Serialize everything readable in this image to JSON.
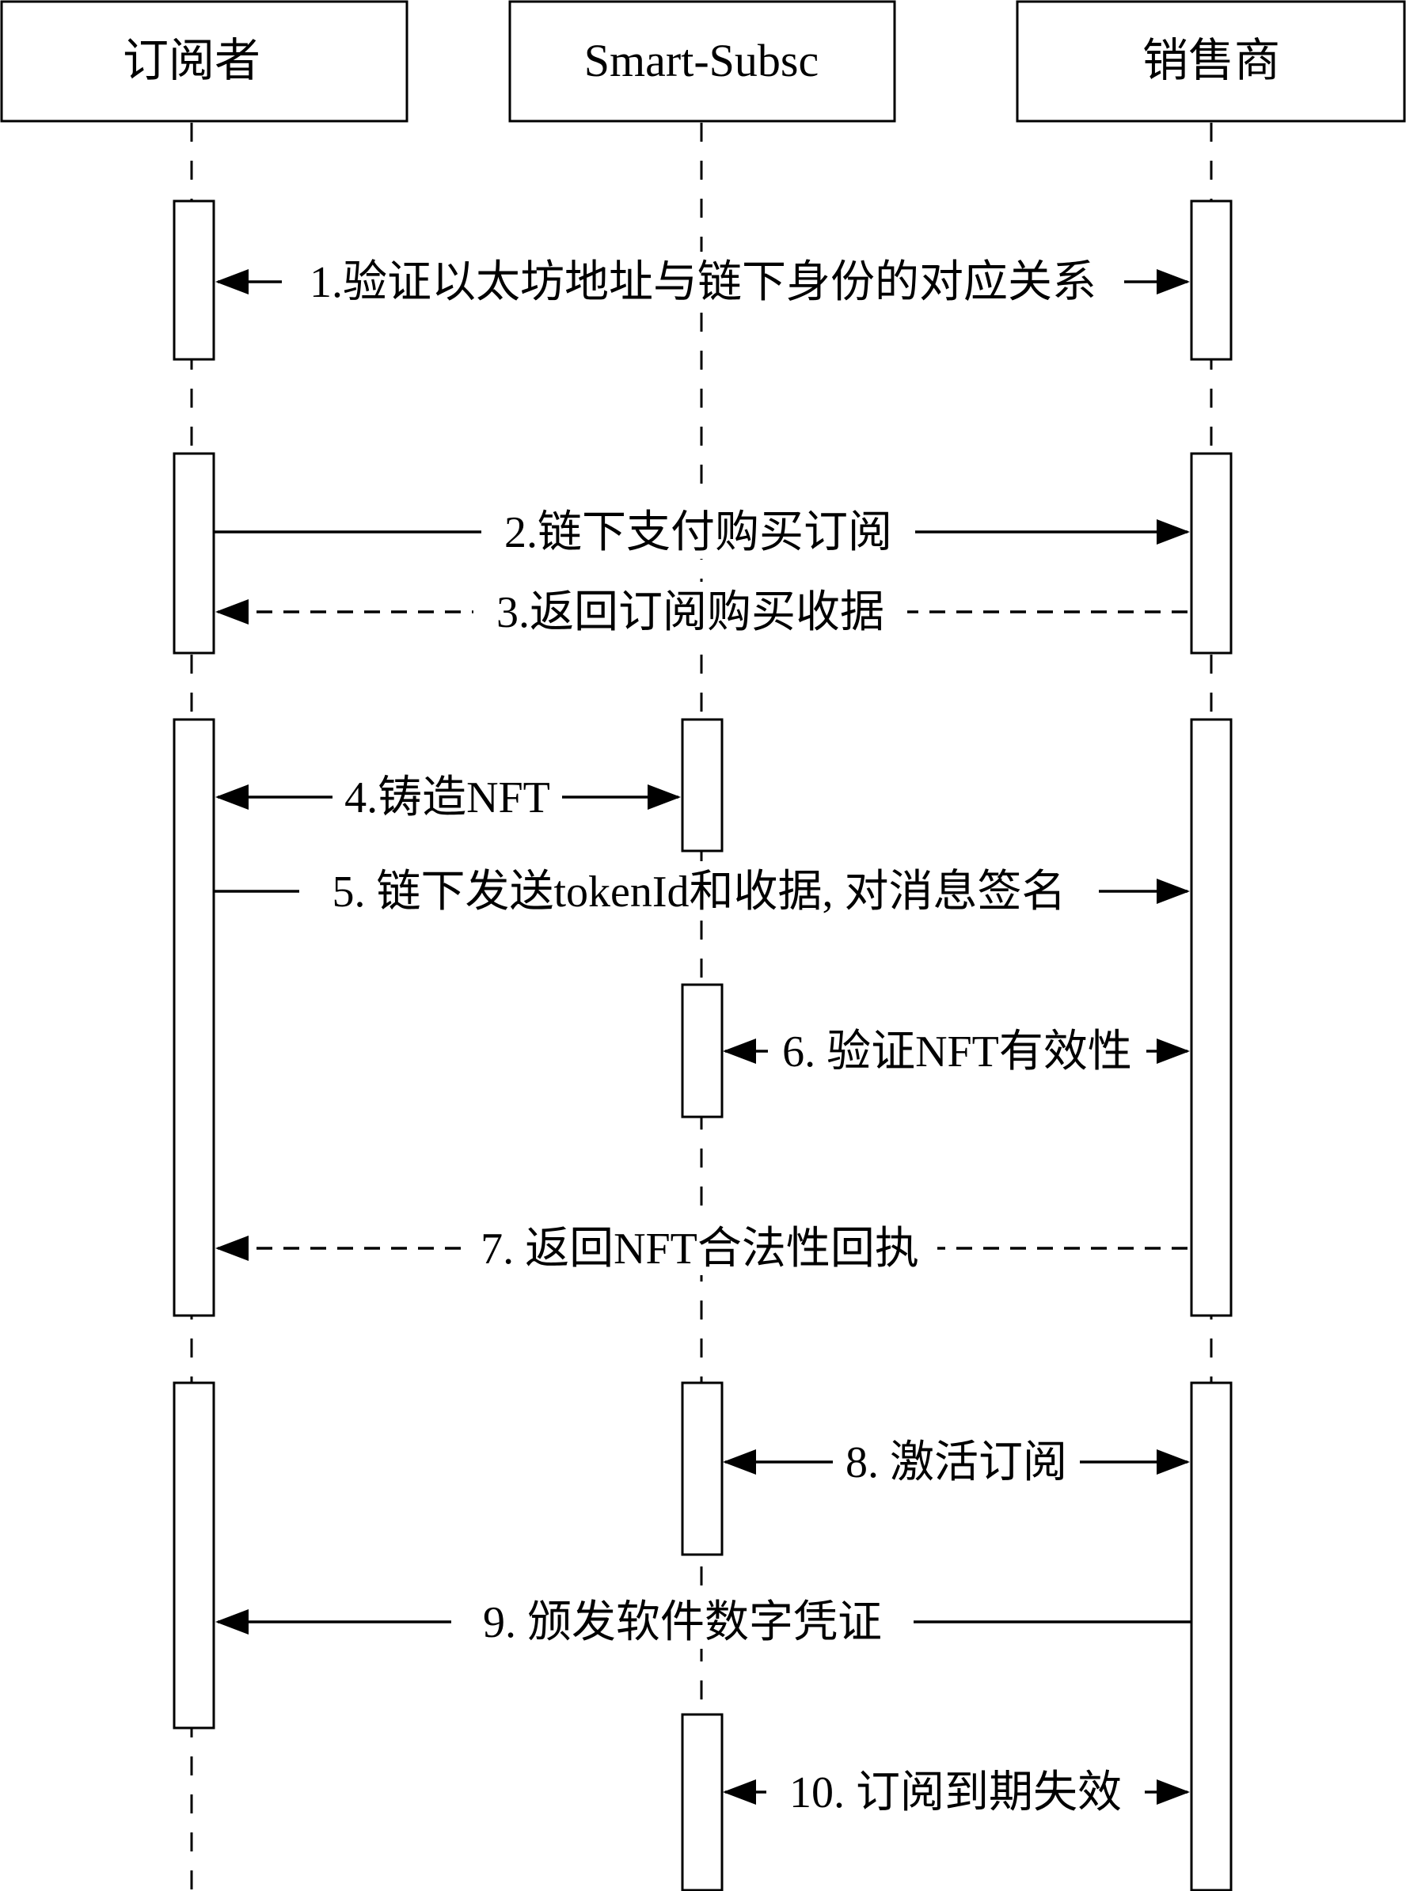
{
  "participants": [
    {
      "id": "subscriber",
      "name": "订阅者"
    },
    {
      "id": "contract",
      "name": "Smart-Subsc"
    },
    {
      "id": "vendor",
      "name": "销售商"
    }
  ],
  "messages": [
    {
      "from": "subscriber",
      "to": "vendor",
      "label": "1.验证以太坊地址与链下身份的对应关系",
      "style": "solid",
      "arrows": "both"
    },
    {
      "from": "subscriber",
      "to": "vendor",
      "label": "2.链下支付购买订阅",
      "style": "solid",
      "arrows": "end"
    },
    {
      "from": "vendor",
      "to": "subscriber",
      "label": "3.返回订阅购买收据",
      "style": "dashed",
      "arrows": "end"
    },
    {
      "from": "subscriber",
      "to": "contract",
      "label": "4.铸造NFT",
      "style": "solid",
      "arrows": "both"
    },
    {
      "from": "subscriber",
      "to": "vendor",
      "label": "5. 链下发送tokenId和收据, 对消息签名",
      "style": "solid",
      "arrows": "end"
    },
    {
      "from": "contract",
      "to": "vendor",
      "label": "6. 验证NFT有效性",
      "style": "solid",
      "arrows": "both"
    },
    {
      "from": "vendor",
      "to": "subscriber",
      "label": "7. 返回NFT合法性回执",
      "style": "dashed",
      "arrows": "end"
    },
    {
      "from": "contract",
      "to": "vendor",
      "label": "8. 激活订阅",
      "style": "solid",
      "arrows": "both"
    },
    {
      "from": "vendor",
      "to": "subscriber",
      "label": "9. 颁发软件数字凭证",
      "style": "solid",
      "arrows": "end"
    },
    {
      "from": "contract",
      "to": "vendor",
      "label": "10. 订阅到期失效",
      "style": "solid",
      "arrows": "both"
    }
  ]
}
